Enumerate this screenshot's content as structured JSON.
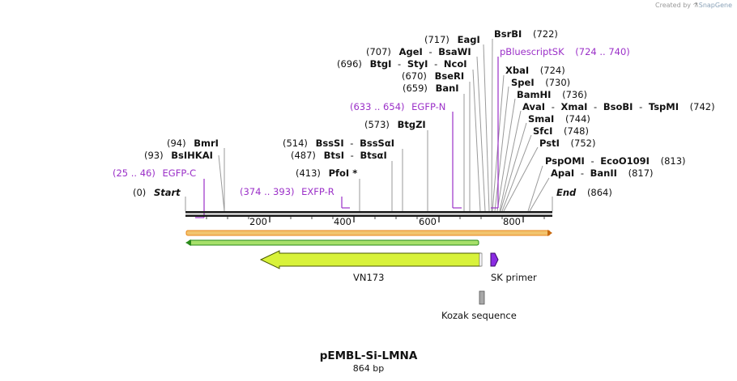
{
  "credit": {
    "prefix": "Created by",
    "brand": "SnapGene",
    "icon": "snapgene-logo-icon"
  },
  "plasmid": {
    "name": "pEMBL-Si-LMNA",
    "length": "864 bp"
  },
  "ruler": [
    "200",
    "400",
    "600",
    "800"
  ],
  "ends": {
    "start": {
      "pos": "(0)",
      "label": "Start"
    },
    "end": {
      "label": "End",
      "pos": "(864)"
    }
  },
  "sites": [
    {
      "pos": "(94)",
      "names": [
        "BmrI"
      ]
    },
    {
      "pos": "(93)",
      "names": [
        "BsIHKAI"
      ]
    },
    {
      "pos": "(413)",
      "names": [
        "PfoI *"
      ]
    },
    {
      "pos": "(487)",
      "names": [
        "BtsI",
        "BtsαI"
      ]
    },
    {
      "pos": "(514)",
      "names": [
        "BssSI",
        "BssSαI"
      ]
    },
    {
      "pos": "(573)",
      "names": [
        "BtgZI"
      ]
    },
    {
      "pos": "(659)",
      "names": [
        "BanI"
      ]
    },
    {
      "pos": "(670)",
      "names": [
        "BseRI"
      ]
    },
    {
      "pos": "(696)",
      "names": [
        "BtgI",
        "StyI",
        "NcoI"
      ]
    },
    {
      "pos": "(707)",
      "names": [
        "AgeI",
        "BsaWI"
      ]
    },
    {
      "pos": "(717)",
      "names": [
        "EagI"
      ]
    },
    {
      "pos": "(722)",
      "names": [
        "BsrBI"
      ]
    },
    {
      "pos": "(724)",
      "names": [
        "XbaI"
      ]
    },
    {
      "pos": "(730)",
      "names": [
        "SpeI"
      ]
    },
    {
      "pos": "(736)",
      "names": [
        "BamHI"
      ]
    },
    {
      "pos": "(742)",
      "names": [
        "AvaI",
        "XmaI",
        "BsoBI",
        "TspMI"
      ]
    },
    {
      "pos": "(744)",
      "names": [
        "SmaI"
      ]
    },
    {
      "pos": "(748)",
      "names": [
        "SfcI"
      ]
    },
    {
      "pos": "(752)",
      "names": [
        "PstI"
      ]
    },
    {
      "pos": "(813)",
      "names": [
        "PspOMI",
        "EcoO109I"
      ]
    },
    {
      "pos": "(817)",
      "names": [
        "ApaI",
        "BanII"
      ]
    }
  ],
  "primers": [
    {
      "range": "(25 .. 46)",
      "name": "EGFP-C"
    },
    {
      "range": "(374 .. 393)",
      "name": "EXFP-R"
    },
    {
      "range": "(633 .. 654)",
      "name": "EGFP-N"
    },
    {
      "name": "pBluescriptSK",
      "range": "(724 .. 740)"
    }
  ],
  "features": [
    {
      "name": "VN173",
      "color": "#d8f23a"
    },
    {
      "name": "SK primer",
      "color": "#8a2be2"
    },
    {
      "name": "Kozak sequence",
      "color": "#a8a8a8"
    }
  ],
  "colors": {
    "primer": "#9b30c8",
    "orf_fill": "#f2c46e",
    "orf_border": "#e8851a",
    "orf2_fill": "#a7e06a",
    "orf2_border": "#2a8a1a"
  }
}
